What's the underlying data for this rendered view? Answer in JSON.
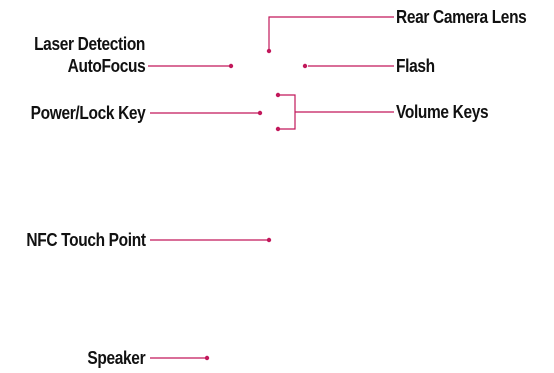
{
  "colors": {
    "leader_line": "#c2185b",
    "text": "#111111",
    "background": "#ffffff"
  },
  "labels": {
    "rear_camera_lens": "Rear Camera Lens",
    "laser_af_line1": "Laser Detection",
    "laser_af_line2": "AutoFocus",
    "flash": "Flash",
    "power_lock_key": "Power/Lock Key",
    "volume_keys": "Volume Keys",
    "nfc_touch_point": "NFC Touch Point",
    "speaker": "Speaker"
  }
}
